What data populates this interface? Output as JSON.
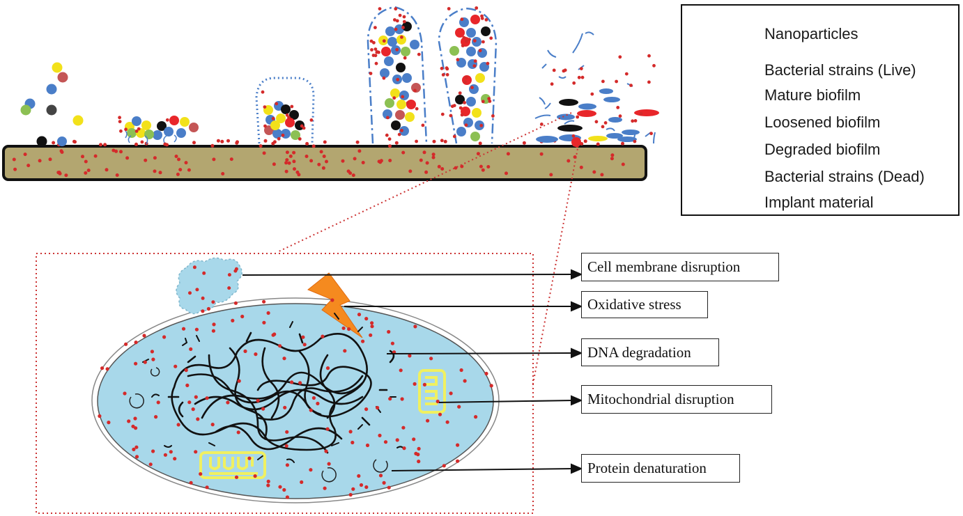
{
  "legend": {
    "items": [
      {
        "key": "nanoparticles",
        "label": "Nanoparticles"
      },
      {
        "key": "live",
        "label": "Bacterial strains (Live)"
      },
      {
        "key": "mature",
        "label": "Mature biofilm"
      },
      {
        "key": "loosened",
        "label": "Loosened biofilm"
      },
      {
        "key": "degraded",
        "label": "Degraded biofilm"
      },
      {
        "key": "dead",
        "label": "Bacterial strains (Dead)"
      },
      {
        "key": "implant",
        "label": "Implant material"
      }
    ]
  },
  "mechanisms": [
    {
      "label": "Cell membrane disruption"
    },
    {
      "label": "Oxidative stress"
    },
    {
      "label": "DNA degradation"
    },
    {
      "label": "Mitochondrial disruption"
    },
    {
      "label": "Protein denaturation"
    }
  ],
  "colors": {
    "nanoparticle": "#d42a2a",
    "bacteria_yellow": "#f2e11a",
    "bacteria_black": "#111111",
    "bacteria_red": "#e8262a",
    "bacteria_green": "#8cc053",
    "bacteria_blue": "#4a7ec8",
    "biofilm_line": "#4a7ec8",
    "implant_fill": "#b3a670",
    "cell_fill": "#a8d8ea",
    "mitochondria": "#f0f060",
    "ros_bolt": "#f58a1f"
  }
}
